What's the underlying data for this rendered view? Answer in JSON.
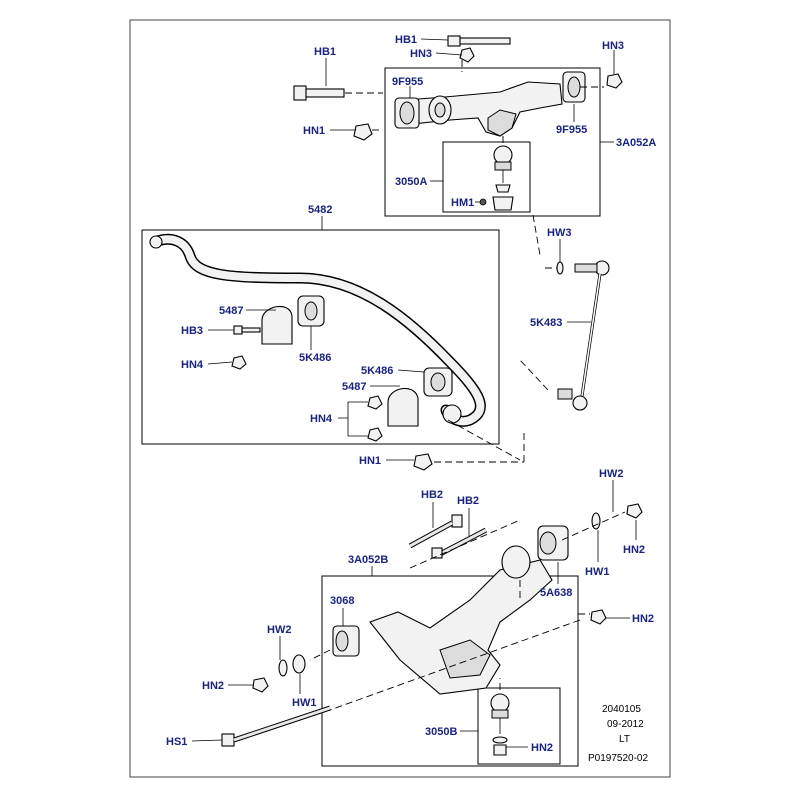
{
  "labels": {
    "hb1_top": "HB1",
    "hn3_top": "HN3",
    "hn3_right": "HN3",
    "hb1_left": "HB1",
    "f955_left": "9F955",
    "f955_right": "9F955",
    "hn1_upper": "HN1",
    "a052a": "3A052A",
    "a3050a": "3050A",
    "hm1": "HM1",
    "hw3": "HW3",
    "p5482": "5482",
    "p5487_a": "5487",
    "hb3": "HB3",
    "hn4_a": "HN4",
    "k486_a": "5K486",
    "k483": "5K483",
    "k486_b": "5K486",
    "p5487_b": "5487",
    "hn4_b": "HN4",
    "hn1_lower": "HN1",
    "hb2_a": "HB2",
    "hb2_b": "HB2",
    "hw2_right": "HW2",
    "hn2_right_top": "HN2",
    "hw1_right": "HW1",
    "a052b": "3A052B",
    "p3068": "3068",
    "a638": "5A638",
    "hn2_mid": "HN2",
    "hw2_left": "HW2",
    "hn2_left": "HN2",
    "hw1_left": "HW1",
    "a3050b": "3050B",
    "hn2_bottom": "HN2",
    "hs1": "HS1"
  },
  "footer": {
    "code": "2040105",
    "date": "09-2012",
    "lang": "LT",
    "ref": "P0197520-02"
  }
}
